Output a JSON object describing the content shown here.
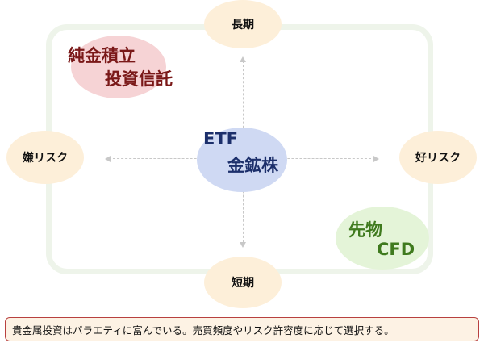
{
  "axes": {
    "top": "長期",
    "bottom": "短期",
    "left": "嫌リスク",
    "right": "好リスク"
  },
  "products": {
    "upper_left": {
      "line1": "純金積立",
      "line2": "投資信託",
      "color": "#7a1818",
      "fill": "#f6d3d5"
    },
    "center": {
      "line1": "ETF",
      "line2": "金鉱株",
      "color": "#1c2f6b",
      "fill": "#cfd9f3"
    },
    "lower_right": {
      "line1": "先物",
      "line2": "CFD",
      "color": "#3f7a1e",
      "fill": "#e4f4d8"
    }
  },
  "caption": "貴金属投資はバラエティに富んでいる。売買頻度やリスク許容度に応じて選択する。"
}
